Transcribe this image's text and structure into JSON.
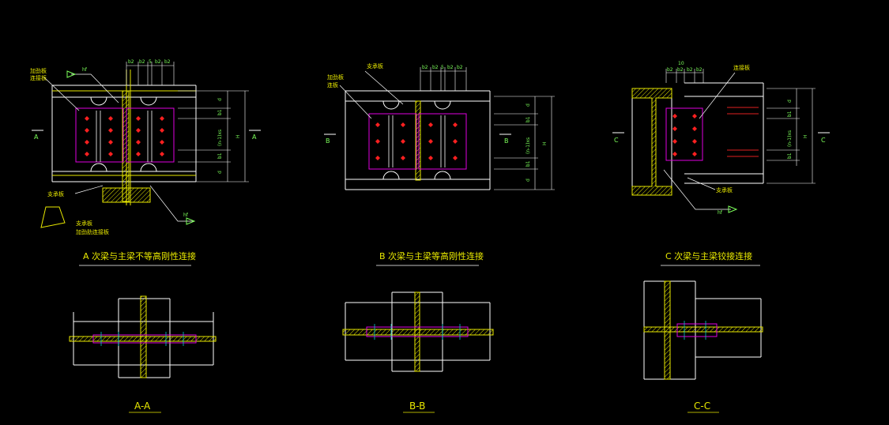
{
  "colors": {
    "background": "#000000",
    "outline": "#ffffff",
    "steel": "#e8e800",
    "plate": "#e000e0",
    "bolt": "#ff2020",
    "dim": "#7cff5a",
    "weld": "#e8e800",
    "bolt_line": "#00c8c8"
  },
  "views": {
    "a": {
      "title": "A 次梁与主梁不等高刚性连接",
      "section_mark": "A",
      "section_title": "A-A",
      "labels": {
        "hf_top": "hf",
        "hf_bottom": "hf",
        "stiffener": "加劲板",
        "stiffener2": "支承板",
        "plate_label": "连接板",
        "note1": "支承板",
        "note2": "加劲肋连接板"
      },
      "dims_top": [
        "b2",
        "b2",
        "5",
        "b2",
        "b2"
      ],
      "dims_right": [
        "d",
        "b1",
        "(n-1)xs",
        "b1",
        "d"
      ],
      "dim_h": "H"
    },
    "b": {
      "title": "B 次梁与主梁等高刚性连接",
      "section_mark": "B",
      "section_title": "B-B",
      "labels": {
        "plate_label": "支承板",
        "note1": "加劲板",
        "note2": "连板"
      },
      "dims_top": [
        "b2",
        "b2",
        "5",
        "b2",
        "b2"
      ],
      "dims_right": [
        "d",
        "b1",
        "(n-1)xs",
        "b1",
        "d"
      ],
      "dim_h": "H"
    },
    "c": {
      "title": "C 次梁与主梁铰接连接",
      "section_mark": "C",
      "section_title": "C-C",
      "labels": {
        "plate_label": "连接板",
        "note1": "支承板",
        "hf": "hf"
      },
      "dims_top": [
        "10",
        "b2",
        "b2",
        "b2",
        "b2"
      ],
      "dims_right": [
        "d",
        "b1",
        "(n-1)xs",
        "b1"
      ],
      "dim_h": "H"
    }
  }
}
